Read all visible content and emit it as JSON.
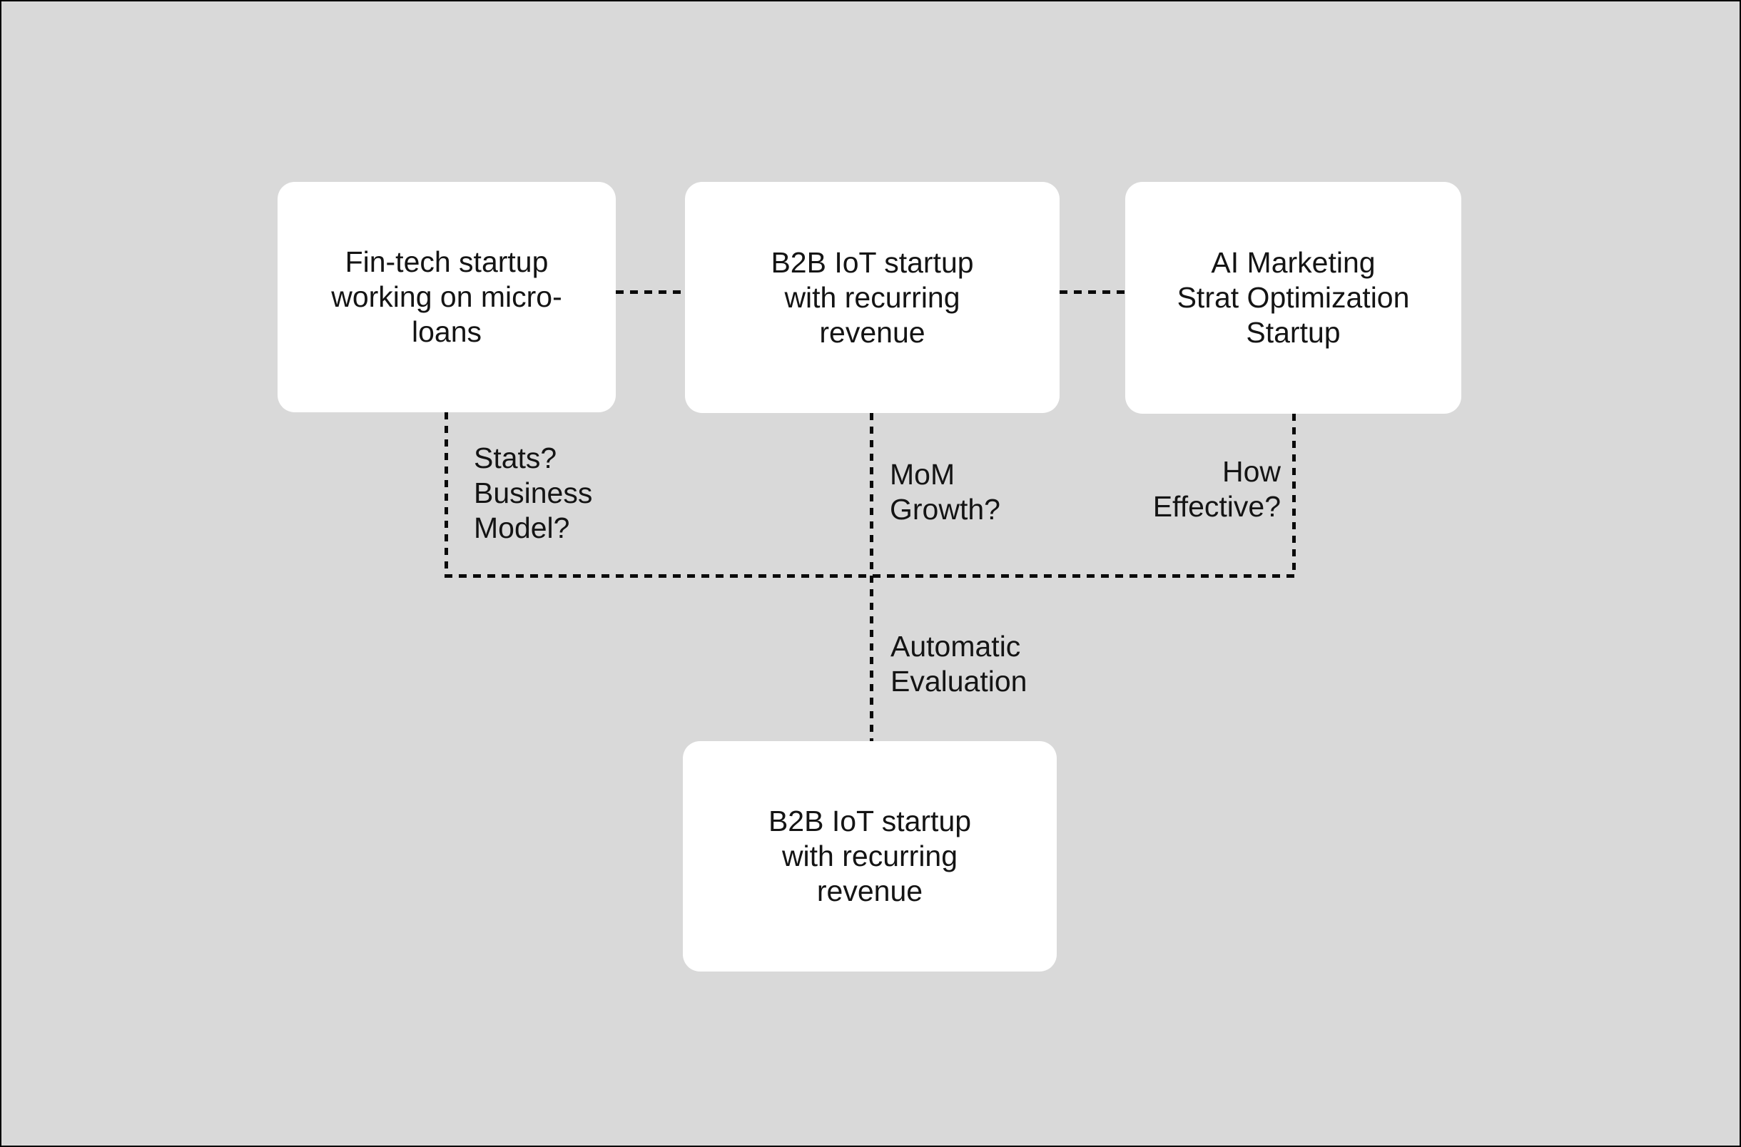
{
  "canvas": {
    "background_color": "#d9d9d9",
    "border_color": "#000000",
    "node_fill_color": "#ffffff",
    "line_color": "#0a0a0a",
    "text_color": "#141414"
  },
  "nodes": [
    {
      "id": "fintech",
      "label": "Fin-tech startup\nworking on micro-\nloans"
    },
    {
      "id": "b2b-top",
      "label": "B2B IoT startup\nwith recurring\nrevenue"
    },
    {
      "id": "ai-marketing",
      "label": "AI Marketing\nStrat Optimization\nStartup"
    },
    {
      "id": "b2b-result",
      "label": "B2B IoT startup\nwith recurring\nrevenue"
    }
  ],
  "edge_labels": [
    {
      "id": "stats",
      "text": "Stats?\nBusiness\nModel?"
    },
    {
      "id": "mom",
      "text": "MoM\nGrowth?"
    },
    {
      "id": "how",
      "text": "How\nEffective?"
    },
    {
      "id": "auto",
      "text": "Automatic\nEvaluation"
    }
  ]
}
